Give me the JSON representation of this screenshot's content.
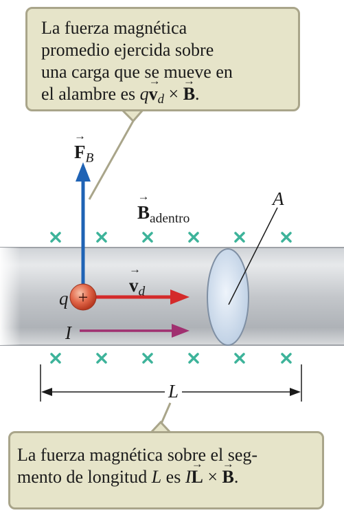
{
  "callout_top": {
    "line1": "La fuerza magnética",
    "line2": "promedio ejercida sobre",
    "line3": "una carga que se mueve en",
    "line4_text": "el alambre es ",
    "q": "q",
    "v": "v",
    "d": "d",
    "times": " × ",
    "b": "B",
    "period": "."
  },
  "callout_bottom": {
    "line1": "La fuerza magnética sobre el seg-",
    "line2_text": "mento de longitud ",
    "l_italic": "L",
    "es": " es ",
    "i": "I",
    "l_vec": "L",
    "times": " × ",
    "b": "B",
    "period": "."
  },
  "labels": {
    "force": "F",
    "force_sub": "B",
    "field": "B",
    "field_sub": "adentro",
    "velocity": "v",
    "velocity_sub": "d",
    "charge": "q",
    "charge_sign": "+",
    "current": "I",
    "area": "A",
    "length": "L"
  },
  "colors": {
    "callout_bg": "#e6e4c9",
    "callout_border": "#a9a58a",
    "force_arrow": "#1f63b5",
    "velocity_arrow": "#d42a2a",
    "current_arrow": "#a03070",
    "field_marker": "#3db39a",
    "charge": "#e05a3c"
  }
}
